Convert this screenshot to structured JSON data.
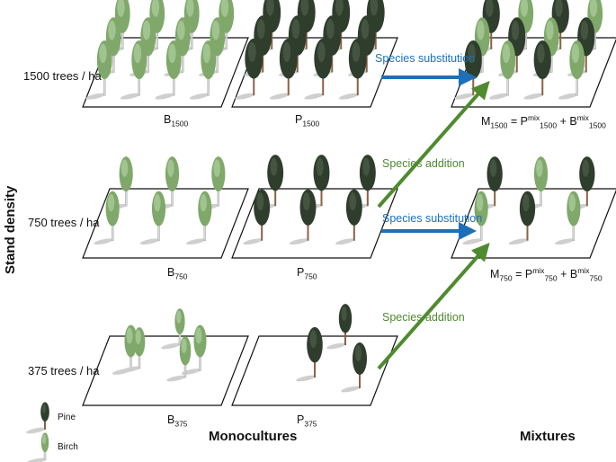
{
  "axis_title": "Stand density",
  "densities": [
    "1500 trees / ha",
    "750 trees / ha",
    "375 trees / ha"
  ],
  "plots": {
    "B1500": {
      "base": "B",
      "sub": "1500"
    },
    "P1500": {
      "base": "P",
      "sub": "1500"
    },
    "B750": {
      "base": "B",
      "sub": "750"
    },
    "P750": {
      "base": "P",
      "sub": "750"
    },
    "B375": {
      "base": "B",
      "sub": "375"
    },
    "P375": {
      "base": "P",
      "sub": "375"
    }
  },
  "mixtures": {
    "M1500": {
      "m": "M",
      "m_sub": "1500",
      "eq": " = P",
      "p_sup": "mix",
      "p_sub": "1500",
      "plus": " + B",
      "b_sup": "mix",
      "b_sub": "1500"
    },
    "M750": {
      "m": "M",
      "m_sub": "750",
      "eq": " = P",
      "p_sup": "mix",
      "p_sub": "750",
      "plus": " + B",
      "b_sup": "mix",
      "b_sub": "750"
    }
  },
  "arrows": {
    "substitution": "Species substitution",
    "addition": "Species addition"
  },
  "colors": {
    "substitution": "#1f6fb7",
    "addition": "#4f8a2f",
    "pine_foliage": "#2e3d2c",
    "birch_foliage": "#7fa86a"
  },
  "legend": {
    "pine": "Pine",
    "birch": "Birch"
  },
  "footer": {
    "monocultures": "Monocultures",
    "mixtures": "Mixtures"
  }
}
